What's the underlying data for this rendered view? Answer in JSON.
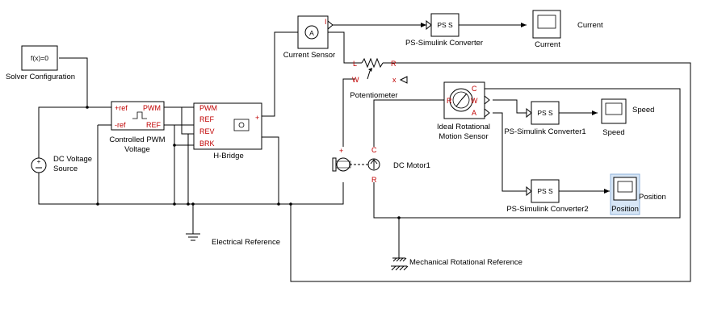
{
  "blocks": {
    "solver": {
      "label": "Solver Configuration",
      "inner": "f(x)=0"
    },
    "dc_source": {
      "label_line1": "DC Voltage",
      "label_line2": "Source"
    },
    "pwm": {
      "label_line1": "Controlled PWM",
      "label_line2": "Voltage",
      "port_ref_pos": "+ref",
      "port_ref_neg": "-ref",
      "port_pwm": "PWM",
      "port_ref": "REF"
    },
    "hbridge": {
      "label": "H-Bridge",
      "port_pwm": "PWM",
      "port_ref": "REF",
      "port_rev": "REV",
      "port_brk": "BRK"
    },
    "current_sensor": {
      "label": "Current Sensor",
      "inner": "A",
      "port_i": "I"
    },
    "ps_conv_current": {
      "label": "PS-Simulink Converter",
      "inner": "PS S"
    },
    "scope_current": {
      "label": "Current",
      "side_label": "Current"
    },
    "potentiometer": {
      "label": "Potentiometer",
      "port_l": "L",
      "port_r": "R",
      "port_w": "W",
      "port_x": "x"
    },
    "motion_sensor": {
      "label_line1": "Ideal Rotational",
      "label_line2": "Motion Sensor",
      "port_r": "R",
      "port_c": "C",
      "port_w": "W",
      "port_a": "A"
    },
    "ps_conv_speed": {
      "label": "PS-Simulink Converter1",
      "inner": "PS S"
    },
    "scope_speed": {
      "label": "Speed",
      "side_label": "Speed"
    },
    "ps_conv_position": {
      "label": "PS-Simulink Converter2",
      "inner": "PS S"
    },
    "scope_position": {
      "label": "Position",
      "side_label": "Position"
    },
    "dc_motor": {
      "label": "DC Motor1"
    },
    "electrical_ref": {
      "label": "Electrical Reference"
    },
    "mechanical_ref": {
      "label": "Mechanical Rotational Reference"
    }
  }
}
